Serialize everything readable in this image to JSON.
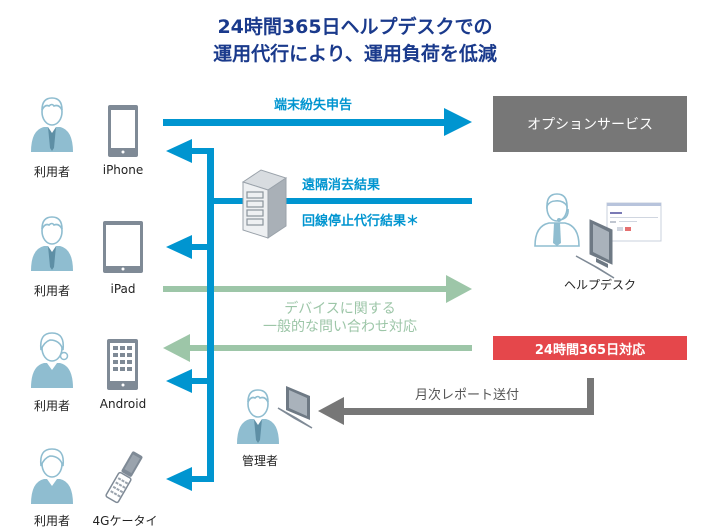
{
  "title": {
    "line1": "24時間365日ヘルプデスクでの",
    "line2": "運用代行により、運用負荷を低減"
  },
  "users": [
    {
      "role": "利用者",
      "device": "iPhone",
      "device_icon": "smartphone-icon",
      "person_icon": "male-user-icon"
    },
    {
      "role": "利用者",
      "device": "iPad",
      "device_icon": "tablet-icon",
      "person_icon": "male-user-icon"
    },
    {
      "role": "利用者",
      "device": "Android",
      "device_icon": "android-phone-icon",
      "person_icon": "female-user-headset-icon"
    },
    {
      "role": "利用者",
      "device": "4Gケータイ",
      "device_icon": "flip-phone-icon",
      "person_icon": "female-user-icon"
    }
  ],
  "flows": {
    "loss_report": "端末紛失申告",
    "remote_wipe": "遠隔消去結果",
    "line_suspend": "回線停止代行結果＊",
    "general_inquiry_line1": "デバイスに関する",
    "general_inquiry_line2": "一般的な問い合わせ対応",
    "monthly_report": "月次レポート送付"
  },
  "boxes": {
    "option_service": "オプションサービス",
    "support_24h": "24時間365日対応"
  },
  "helpdesk": {
    "label": "ヘルプデスク",
    "icon": "helpdesk-operator-icon"
  },
  "admin": {
    "label": "管理者",
    "icon": "admin-user-icon"
  },
  "server": {
    "icon": "server-icon"
  },
  "colors": {
    "title": "#1a3a8c",
    "blue_flow": "#0095d0",
    "green_flow": "#9dc6a8",
    "gray_flow": "#777777",
    "red_box": "#e5474b",
    "person": "#8fbdd0",
    "device": "#7f8a96"
  }
}
